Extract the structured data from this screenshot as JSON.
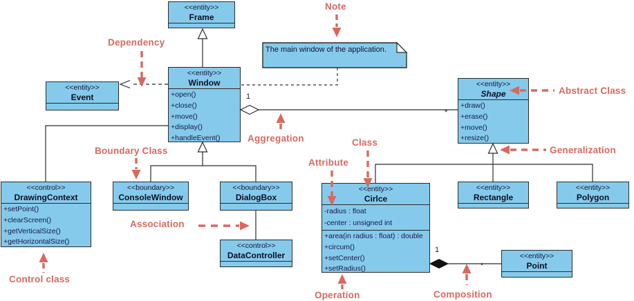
{
  "note": {
    "text": "The main window of the application."
  },
  "classes": {
    "frame": {
      "stereotype": "<<entity>>",
      "name": "Frame"
    },
    "window": {
      "stereotype": "<<entity>>",
      "name": "Window",
      "operations": [
        "+open()",
        "+close()",
        "+move()",
        "+display()",
        "+handleEvent()"
      ]
    },
    "event": {
      "stereotype": "<<entity>>",
      "name": "Event"
    },
    "shape": {
      "stereotype": "<<entity>>",
      "name": "Shape",
      "operations": [
        "+draw()",
        "+erase()",
        "+move()",
        "+resize()"
      ]
    },
    "drawingcontext": {
      "stereotype": "<<control>>",
      "name": "DrawingContext",
      "operations": [
        "+setPoint()",
        "+clearScreen()",
        "+getVerticalSize()",
        "+getHorizontalSize()"
      ]
    },
    "consolewindow": {
      "stereotype": "<<boundary>>",
      "name": "ConsoleWindow"
    },
    "dialogbox": {
      "stereotype": "<<boundary>>",
      "name": "DialogBox"
    },
    "datacontroller": {
      "stereotype": "<<control>>",
      "name": "DataController"
    },
    "circle": {
      "stereotype": "<<entity>>",
      "name": "Cirlce",
      "attributes": [
        "-radius : float",
        "-center : unsigned int"
      ],
      "operations": [
        "+area(in radius : float) : double",
        "+circum()",
        "+setCenter()",
        "+setRadius()"
      ]
    },
    "rectangle": {
      "stereotype": "<<entity>>",
      "name": "Rectangle"
    },
    "polygon": {
      "stereotype": "<<entity>>",
      "name": "Polygon"
    },
    "point": {
      "stereotype": "<<entity>>",
      "name": "Point"
    }
  },
  "annotations": {
    "note": "Note",
    "dependency": "Dependency",
    "boundary_class": "Boundary Class",
    "aggregation": "Aggregation",
    "class": "Class",
    "attribute": "Attribute",
    "abstract_class": "Abstract Class",
    "generalization": "Generalization",
    "association": "Association",
    "control_class": "Control class",
    "operation": "Operation",
    "composition": "Composition"
  },
  "multiplicities": {
    "aggregation_one": "1",
    "aggregation_many": "*",
    "composition_one": "1",
    "composition_many": "*"
  },
  "colors": {
    "class_fill": "#85CAEB",
    "class_border": "#2A2A2A",
    "annotation_red": "#D8695E",
    "member_text": "#18184A"
  }
}
